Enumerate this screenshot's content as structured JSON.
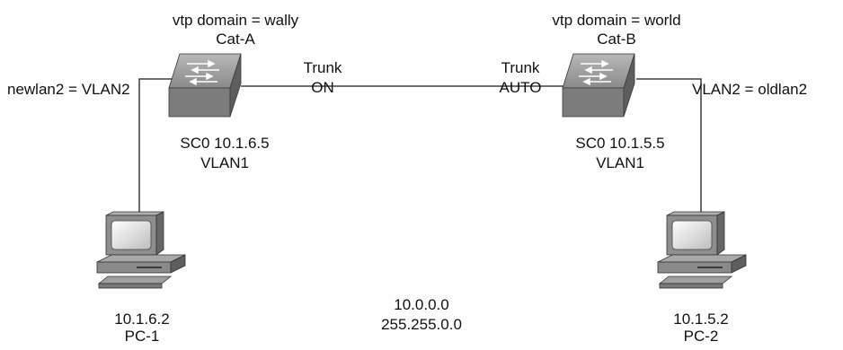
{
  "cat_a": {
    "vtp_domain": "vtp domain = wally",
    "name": "Cat-A",
    "vlan_mapping": "newlan2 = VLAN2",
    "sc0": "SC0 10.1.6.5",
    "vlan": "VLAN1",
    "trunk_label": "Trunk",
    "trunk_mode": "ON",
    "icon": "switch-icon"
  },
  "cat_b": {
    "vtp_domain": "vtp domain = world",
    "name": "Cat-B",
    "vlan_mapping": "VLAN2 = oldlan2",
    "sc0": "SC0 10.1.5.5",
    "vlan": "VLAN1",
    "trunk_label": "Trunk",
    "trunk_mode": "AUTO",
    "icon": "switch-icon"
  },
  "network": {
    "address": "10.0.0.0",
    "mask": "255.255.0.0"
  },
  "pc1": {
    "ip": "10.1.6.2",
    "name": "PC-1",
    "icon": "pc-icon"
  },
  "pc2": {
    "ip": "10.1.5.2",
    "name": "PC-2",
    "icon": "pc-icon"
  },
  "colors": {
    "line": "#1a1a1a",
    "switch_top": "#a9a9a9",
    "switch_front": "#7c7c7c",
    "switch_side": "#5e5e5e",
    "pc_body": "#8e8e8e",
    "screen": "#f2f2f2"
  }
}
